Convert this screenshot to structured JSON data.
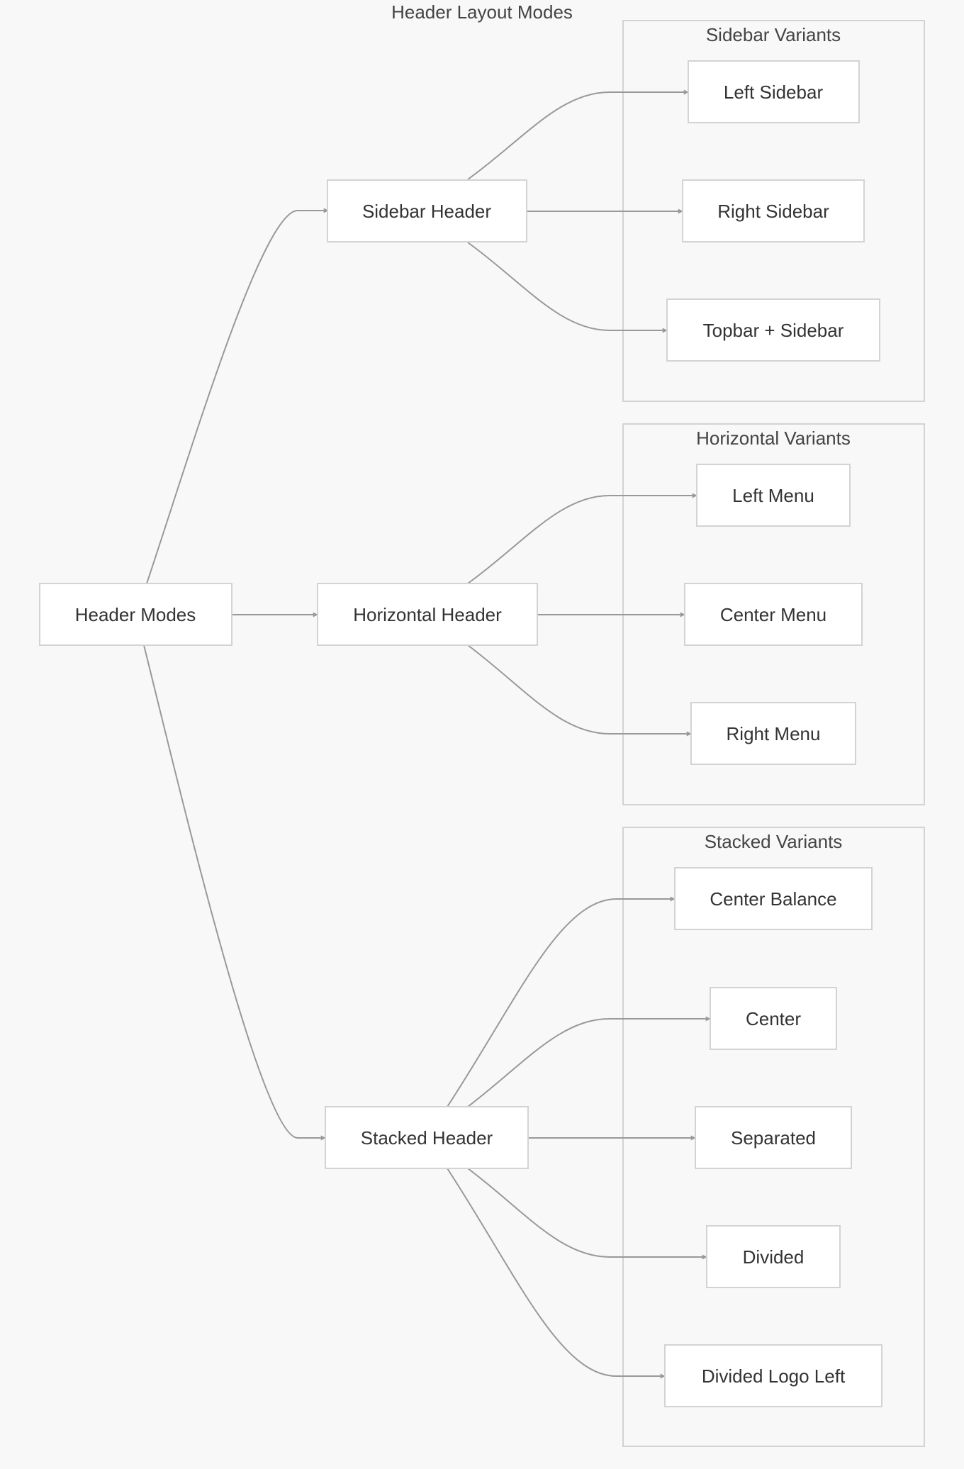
{
  "diagram": {
    "title": "Header Layout Modes",
    "colors": {
      "background": "#f8f8f8",
      "node_fill": "#ffffff",
      "node_border": "#d3d3d3",
      "edge": "#999999",
      "text": "#333333"
    },
    "root": "Header Modes",
    "modes": {
      "sidebar": "Sidebar Header",
      "horizontal": "Horizontal Header",
      "stacked": "Stacked Header"
    },
    "groups": {
      "sidebar": {
        "label": "Sidebar Variants",
        "items": [
          "Left Sidebar",
          "Right Sidebar",
          "Topbar + Sidebar"
        ]
      },
      "horizontal": {
        "label": "Horizontal Variants",
        "items": [
          "Left Menu",
          "Center Menu",
          "Right Menu"
        ]
      },
      "stacked": {
        "label": "Stacked Variants",
        "items": [
          "Center Balance",
          "Center",
          "Separated",
          "Divided",
          "Divided Logo Left"
        ]
      }
    }
  }
}
